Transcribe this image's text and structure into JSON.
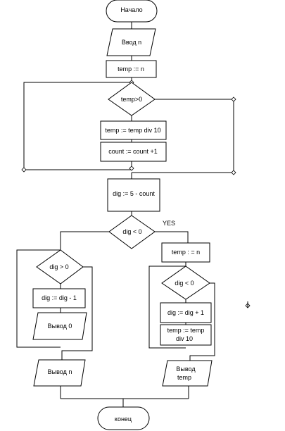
{
  "flowchart": {
    "start": "Начало",
    "input_n": "Ввод n",
    "assign_temp": "temp := n",
    "cond_temp_pos": "temp>0",
    "temp_div": "temp := temp div 10",
    "count_inc": "count := count +1",
    "dig_calc": "dig := 5 - count",
    "cond_dig_neg": "dig < 0",
    "yes_label": "YES",
    "cond_dig_pos": "dig > 0",
    "dig_dec": "dig := dig - 1",
    "output_zero": "Вывод 0",
    "output_n": "Вывод n",
    "assign_temp_n": "temp : = n",
    "cond_dig_neg_2": "dig < 0",
    "dig_inc": "dig := dig + 1",
    "temp_div_2_line1": "temp := temp",
    "temp_div_2_line2": "div 10",
    "output_temp_line1": "Вывод",
    "output_temp_line2": "temp",
    "end": "конец"
  },
  "colors": {
    "stroke": "#000000",
    "fill": "#ffffff",
    "text": "#000000"
  }
}
